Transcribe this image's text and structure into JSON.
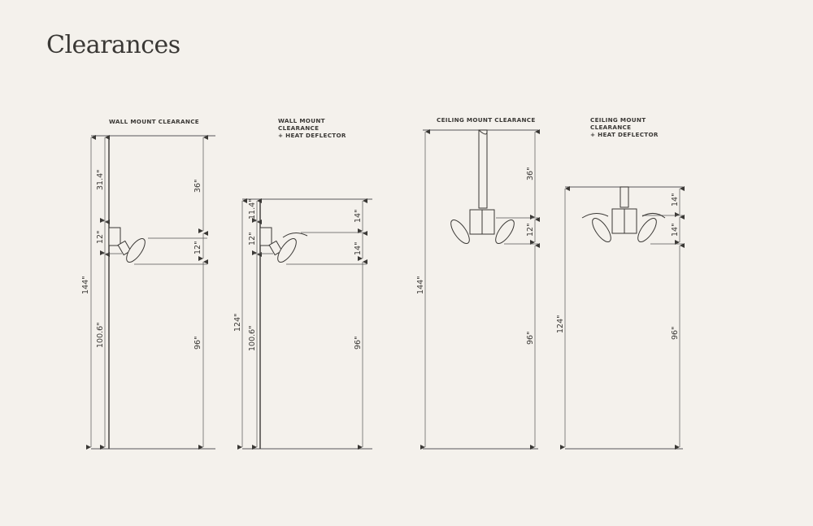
{
  "title": "Clearances",
  "panels": [
    {
      "caption": [
        "WALL MOUNT CLEARANCE"
      ],
      "total": "144\"",
      "left": [
        "31.4\"",
        "12\"",
        "100.6\""
      ],
      "right": [
        "36\"",
        "12\"",
        "96\""
      ]
    },
    {
      "caption": [
        "WALL MOUNT",
        "CLEARANCE",
        "+ HEAT DEFLECTOR"
      ],
      "total": "124\"",
      "left": [
        "11.4\"",
        "12\"",
        "100.6\""
      ],
      "right": [
        "14\"",
        "14\"",
        "96\""
      ]
    },
    {
      "caption": [
        "CEILING MOUNT CLEARANCE"
      ],
      "total": "144\"",
      "right": [
        "36\"",
        "12\"",
        "96\""
      ]
    },
    {
      "caption": [
        "CEILING MOUNT",
        "CLEARANCE",
        "+ HEAT DEFLECTOR"
      ],
      "total": "124\"",
      "right": [
        "14\"",
        "14\"",
        "96\""
      ]
    }
  ]
}
